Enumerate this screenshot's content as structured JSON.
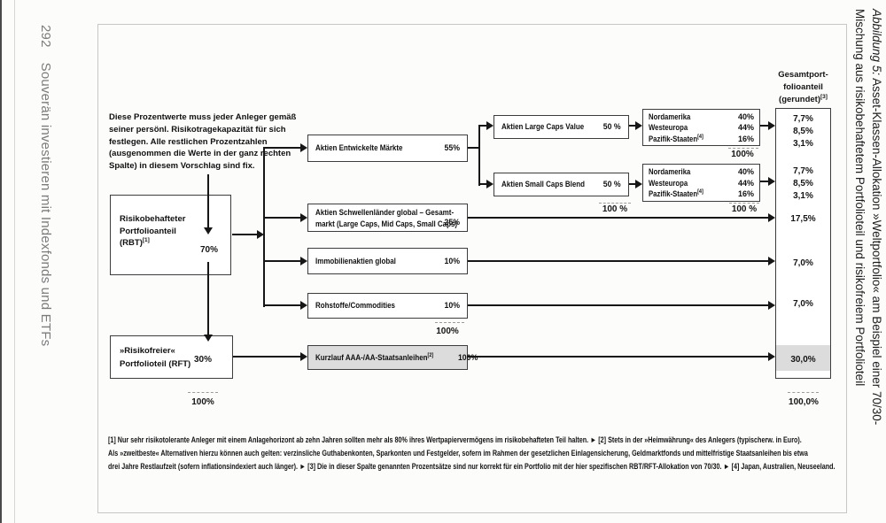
{
  "page": {
    "number": "292",
    "book_title": "Souverän investieren mit Indexfonds und ETFs",
    "caption": {
      "label_italic": "Abbildung 5:",
      "line1_rest": " Asset-Klassen-Allokation »Weltportfolio« am Beispiel einer 70/30-",
      "line2": "Mischung aus risikobehaftetem Portfolioteil und risikofreiem Portfolioteil"
    }
  },
  "diagram": {
    "intro_note": "Diese Prozentwerte muss jeder Anleger gemäß seiner persönl. Risikotragekapazität für sich festlegen. Alle restlichen Prozentzahlen (ausgenommen die Werte in der ganz rechten Spalte) in diesem Vorschlag sind fix.",
    "rbt": {
      "line1": "Risikobehafteter",
      "line2": "Portfolioanteil",
      "line3": "(RBT)",
      "sup": "[1]",
      "value": "70%"
    },
    "rft": {
      "line1": "»Risikofreier«",
      "line2": "Portfolioteil (RFT)",
      "value": "30%"
    },
    "assets": [
      {
        "label": "Aktien Entwickelte Märkte",
        "value": "55%"
      },
      {
        "line1": "Aktien Schwellenländer global – Gesamt-",
        "line2": "markt (Large Caps, Mid Caps, Small Caps)",
        "value": "25%"
      },
      {
        "label": "Immobilienaktien global",
        "value": "10%"
      },
      {
        "label": "Rohstoffe/Commodities",
        "value": "10%"
      },
      {
        "label": "Kurzlauf AAA-/AA-Staatsanleihen",
        "sup": "[2]",
        "value": "100%"
      }
    ],
    "styles": [
      {
        "label": "Aktien Large Caps Value",
        "value": "50 %"
      },
      {
        "label": "Aktien Small Caps Blend",
        "value": "50 %"
      }
    ],
    "regions": [
      {
        "rows": [
          {
            "name": "Nordamerika",
            "value": "40%"
          },
          {
            "name": "Westeuropa",
            "value": "44%"
          },
          {
            "name": "Pazifik-Staaten",
            "sup": "[4]",
            "value": "16%"
          }
        ]
      },
      {
        "rows": [
          {
            "name": "Nordamerika",
            "value": "40%"
          },
          {
            "name": "Westeuropa",
            "value": "44%"
          },
          {
            "name": "Pazifik-Staaten",
            "sup": "[4]",
            "value": "16%"
          }
        ]
      }
    ],
    "totals": {
      "header_line1": "Gesamtport-",
      "header_line2": "folioanteil",
      "header_line3": "(gerundet)",
      "header_sup": "[3]",
      "values": [
        "7,7%",
        "8,5%",
        "3,1%",
        "7,7%",
        "8,5%",
        "3,1%",
        "17,5%",
        "7,0%",
        "7,0%",
        "30,0%"
      ],
      "sum": "100,0%"
    },
    "sums": {
      "region1": "100%",
      "smallcaps": "100 %",
      "region2": "100 %",
      "assets": "100%",
      "rbt_rft": "100%"
    },
    "footnotes": [
      "[1] Nur sehr risikotolerante Anleger mit einem Anlagehorizont ab zehn Jahren sollten mehr als 80% ihres Wertpapiervermögens im risikobehafteten Teil halten. ► [2] Stets in der »Heimwährung« des Anlegers (typischerw. in Euro).",
      "Als »zweitbeste« Alternativen hierzu können auch gelten: verzinsliche Guthabenkonten, Sparkonten und Festgelder, sofern im Rahmen der gesetzlichen Einlagensicherung, Geldmarktfonds und mittelfristige Staatsanleihen bis etwa",
      "drei Jahre Restlaufzeit (sofern inflationsindexiert auch länger). ► [3] Die in dieser Spalte genannten Prozentsätze sind nur korrekt für ein Portfolio mit der hier spezifischen RBT/RFT-Allokation von 70/30. ► [4] Japan, Australien, Neuseeland."
    ]
  }
}
